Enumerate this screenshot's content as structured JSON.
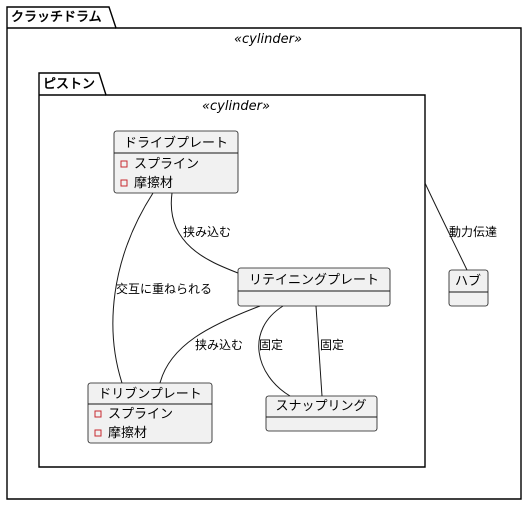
{
  "outer_package": {
    "name": "クラッチドラム",
    "stereotype": "«cylinder»"
  },
  "inner_package": {
    "name": "ピストン",
    "stereotype": "«cylinder»"
  },
  "classes": {
    "drive_plate": {
      "name": "ドライブプレート",
      "attributes": [
        "スプライン",
        "摩擦材"
      ]
    },
    "retaining_plate": {
      "name": "リテイニングプレート",
      "attributes": []
    },
    "driven_plate": {
      "name": "ドリブンプレート",
      "attributes": [
        "スプライン",
        "摩擦材"
      ]
    },
    "snap_ring": {
      "name": "スナップリング",
      "attributes": []
    },
    "hub": {
      "name": "ハブ",
      "attributes": []
    }
  },
  "relations": {
    "drive_retaining": "挟み込む",
    "drive_driven": "交互に重ねられる",
    "retaining_driven": "挟み込む",
    "retaining_snap_1": "固定",
    "retaining_snap_2": "固定",
    "outer_hub": "動力伝達"
  },
  "colors": {
    "class_fill": "#f1f1f1",
    "border": "#181818",
    "visibility_marker": "#c82930"
  }
}
